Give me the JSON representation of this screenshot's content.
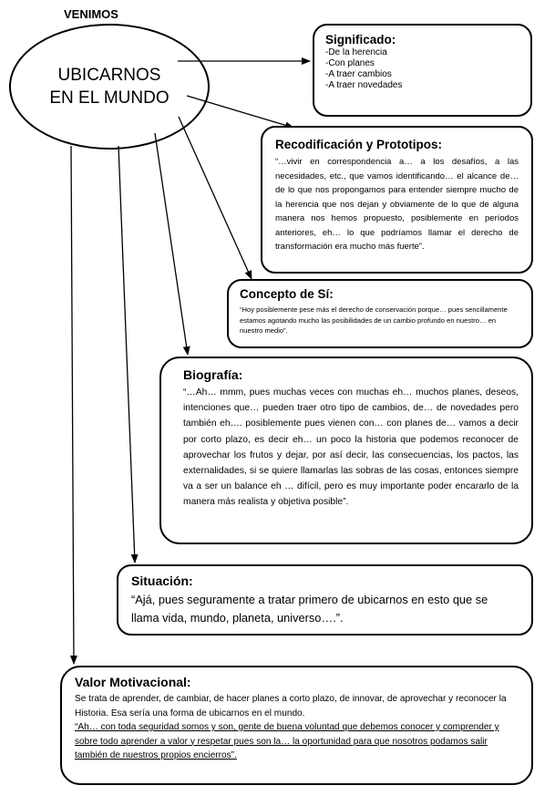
{
  "header": {
    "label": "VENIMOS"
  },
  "center": {
    "line1": "UBICARNOS",
    "line2": "EN EL MUNDO"
  },
  "significado": {
    "title": "Significado:",
    "items": [
      "-De la herencia",
      "-Con planes",
      "-A traer cambios",
      "-A traer novedades"
    ]
  },
  "recodificacion": {
    "title": "Recodificación y Prototipos:",
    "text": "“…vivir en correspondencia a… a los desafíos, a las necesidades, etc., que vamos identificando… el alcance de… de lo que nos propongamos para entender siempre mucho de la herencia que nos dejan y obviamente de lo que de alguna manera nos hemos propuesto, posiblemente en períodos anteriores, eh… lo que podríamos llamar el derecho de transformación era mucho más fuerte”."
  },
  "concepto": {
    "title": "Concepto de Sí:",
    "text": "“Hoy posiblemente pese más el derecho de conservación porque… pues sencillamente estamos agotando mucho las posibilidades de un cambio profundo en nuestro… en nuestro medio”."
  },
  "biografia": {
    "title": "Biografía:",
    "text": "“…Ah… mmm, pues muchas veces con muchas eh… muchos planes, deseos, intenciones que… pueden traer otro tipo de cambios, de… de novedades pero también eh…. posiblemente pues vienen con… con planes de… vamos a decir por corto plazo, es decir eh… un poco la historia que podemos reconocer de aprovechar los frutos y dejar, por así decir, las consecuencias, los pactos, las externalidades, si se quiere  llamarlas las sobras de las cosas, entonces siempre va a ser un balance eh … difícil, pero es muy importante poder encararlo de la manera más realista y objetiva posible”."
  },
  "situacion": {
    "title": "Situación:",
    "text": "“Ajá, pues seguramente a tratar primero de ubicarnos en esto que se llama vida, mundo, planeta, universo….”."
  },
  "valor": {
    "title": "Valor Motivacional:",
    "text": "Se trata de aprender, de cambiar, de hacer planes a corto plazo, de innovar, de aprovechar y reconocer la Historia. Esa sería una forma de ubicarnos en el mundo.",
    "quote": "“Ah… con toda seguridad somos y son, gente de buena voluntad que debemos conocer  y comprender y sobre todo aprender a  valor y respetar pues son la… la oportunidad para que nosotros podamos salir también de nuestros propios encierros”."
  }
}
